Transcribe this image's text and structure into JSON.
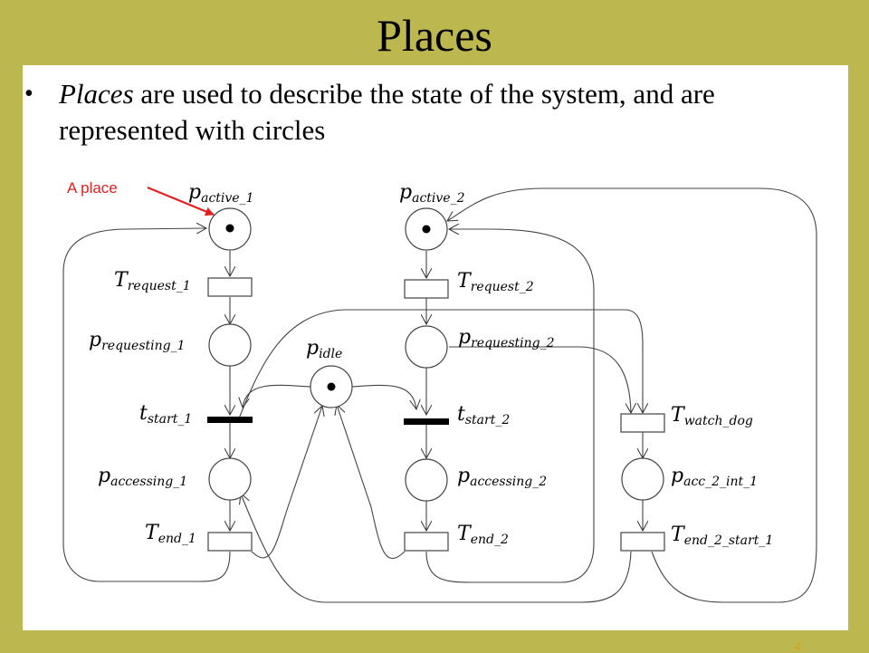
{
  "slide": {
    "title": "Places",
    "bullet_italic": "Places",
    "bullet_rest_line1": " are used to describe the state of the system, and are",
    "bullet_line2": "represented with circles",
    "annotation": "A place",
    "annotation_color": "#e32020",
    "page_number": "4"
  },
  "diagram": {
    "places": [
      {
        "id": "p_active_1",
        "base": "p",
        "sub": "active_1"
      },
      {
        "id": "p_requesting_1",
        "base": "p",
        "sub": "requesting_1"
      },
      {
        "id": "p_accessing_1",
        "base": "p",
        "sub": "accessing_1"
      },
      {
        "id": "p_idle",
        "base": "p",
        "sub": "idle"
      },
      {
        "id": "p_active_2",
        "base": "p",
        "sub": "active_2"
      },
      {
        "id": "p_requesting_2",
        "base": "p",
        "sub": "requesting_2"
      },
      {
        "id": "p_accessing_2",
        "base": "p",
        "sub": "accessing_2"
      },
      {
        "id": "p_acc_2_int_1",
        "base": "p",
        "sub": "acc_2_int_1"
      }
    ],
    "transitions": [
      {
        "id": "T_request_1",
        "base": "T",
        "sub": "request_1"
      },
      {
        "id": "t_start_1",
        "base": "t",
        "sub": "start_1"
      },
      {
        "id": "T_end_1",
        "base": "T",
        "sub": "end_1"
      },
      {
        "id": "T_request_2",
        "base": "T",
        "sub": "request_2"
      },
      {
        "id": "t_start_2",
        "base": "t",
        "sub": "start_2"
      },
      {
        "id": "T_end_2",
        "base": "T",
        "sub": "end_2"
      },
      {
        "id": "T_watch_dog",
        "base": "T",
        "sub": "watch_dog"
      },
      {
        "id": "T_end_2_start_1",
        "base": "T",
        "sub": "end_2_start_1"
      }
    ]
  }
}
